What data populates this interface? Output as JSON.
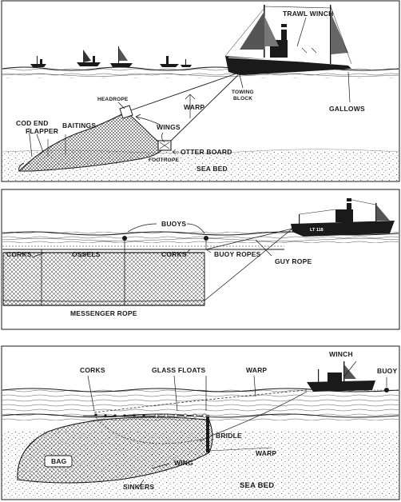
{
  "panels": [
    {
      "id": "trawl",
      "labels": {
        "trawl_winch": "TRAWL WINCH",
        "headrope": "HEADROPE",
        "warp": "WARP",
        "towing": "TOWING",
        "block": "BLOCK",
        "gallows": "GALLOWS",
        "cod_end": "COD END",
        "flapper": "FLAPPER",
        "baitings": "BAITINGS",
        "wings": "WINGS",
        "otter_board": "OTTER BOARD",
        "footrope": "FOOTROPE",
        "sea_bed": "SEA BED"
      }
    },
    {
      "id": "drift-net",
      "labels": {
        "buoys": "BUOYS",
        "corks_left": "CORKS",
        "ossels": "OSSELS",
        "corks_right": "CORKS",
        "buoy_ropes": "BUOY ROPES",
        "guy_rope": "GUY ROPE",
        "messenger_rope": "MESSENGER ROPE",
        "boat_registration": "LT 118"
      }
    },
    {
      "id": "seine-net",
      "labels": {
        "winch": "WINCH",
        "corks": "CORKS",
        "glass_floats": "GLASS FLOATS",
        "warp_top": "WARP",
        "buoy": "BUOY",
        "bag": "BAG",
        "wing": "WING",
        "bridle": "BRIDLE",
        "warp_bottom": "WARP",
        "sinkers": "SINKERS",
        "sea_bed": "SEA BED"
      }
    }
  ]
}
